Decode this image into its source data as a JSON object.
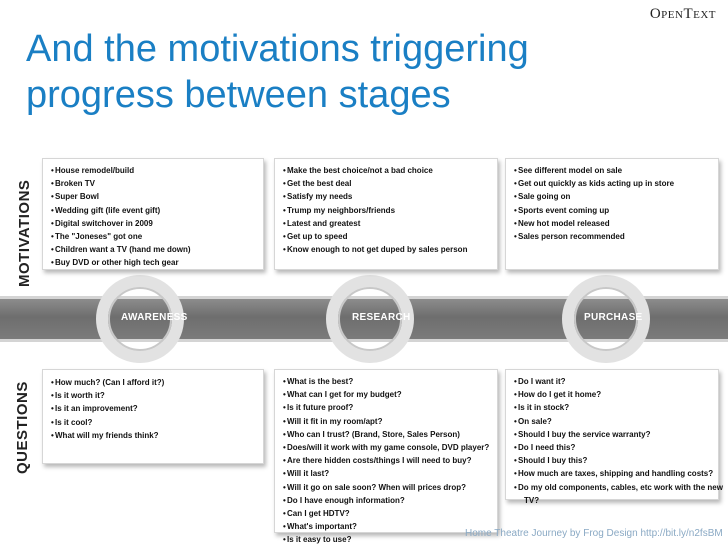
{
  "logo": "OpenText",
  "title": {
    "line1": "And the motivations triggering",
    "line2": "progress between stages"
  },
  "row_labels": {
    "motivations": "MOTIVATIONS",
    "questions": "QUESTIONS"
  },
  "stages": [
    "AWARENESS",
    "RESEARCH",
    "PURCHASE"
  ],
  "motivations": [
    [
      "House remodel/build",
      "Broken TV",
      "Super Bowl",
      "Wedding gift (life event gift)",
      "Digital switchover in 2009",
      "The \"Joneses\" got one",
      "Children want a TV (hand me down)",
      "Buy DVD or other high tech gear"
    ],
    [
      "Make the best choice/not a bad choice",
      "Get the best deal",
      "Satisfy my needs",
      "Trump my neighbors/friends",
      "Latest and greatest",
      "Get up to speed",
      "Know enough to not get duped by sales person"
    ],
    [
      "See different model on sale",
      "Get out quickly as kids acting up in store",
      "Sale going on",
      "Sports event coming up",
      "New hot model released",
      "Sales person recommended"
    ]
  ],
  "questions": [
    [
      "How much? (Can I afford it?)",
      "Is it worth it?",
      "Is it an improvement?",
      "Is it cool?",
      "What will my friends think?"
    ],
    [
      "What is the best?",
      "What can I get for my budget?",
      "Is it future proof?",
      "Will it fit in my room/apt?",
      "Who can I trust? (Brand, Store, Sales Person)",
      "Does/will it work with my game console, DVD player?",
      "Are there hidden costs/things I will need to buy?",
      "Will it last?",
      "Will it go on sale soon? When will prices drop?",
      "Do I have enough information?",
      "Can I get HDTV?",
      "What's important?",
      "Is it easy to use?"
    ],
    [
      "Do I want it?",
      "How do I get it home?",
      "Is it in stock?",
      "On sale?",
      "Should I buy the service warranty?",
      "Do I need this?",
      "Should I buy this?",
      "How much are taxes, shipping and handling costs?",
      "Do my old components, cables, etc work with the new",
      "TV?"
    ]
  ],
  "caption": "Home Theatre Journey by Frog Design http://bit.ly/n2fsBM"
}
